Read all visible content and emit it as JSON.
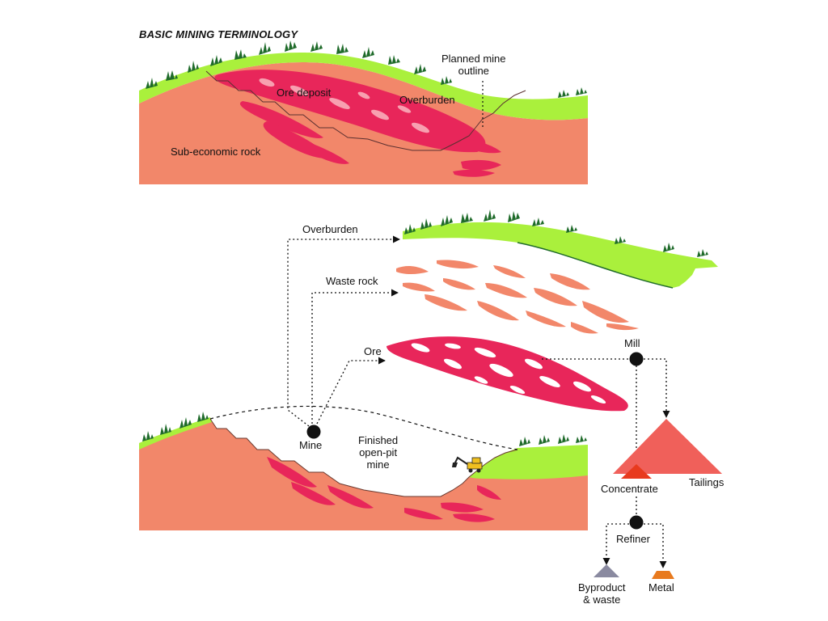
{
  "title": "BASIC MINING TERMINOLOGY",
  "top_panel": {
    "planned_mine_outline": "Planned mine\noutline",
    "ore_deposit": "Ore deposit",
    "overburden": "Overburden",
    "sub_economic_rock": "Sub-economic rock"
  },
  "flow": {
    "overburden": "Overburden",
    "waste_rock": "Waste rock",
    "ore": "Ore",
    "mine": "Mine",
    "finished_open_pit_mine": "Finished\nopen-pit\nmine",
    "mill": "Mill",
    "concentrate": "Concentrate",
    "tailings": "Tailings",
    "refiner": "Refiner",
    "byproduct_waste": "Byproduct\n& waste",
    "metal": "Metal"
  },
  "colors": {
    "overburden_green": "#aaf03c",
    "grass_dark": "#1f6b2a",
    "rock_salmon": "#f2876a",
    "ore_magenta": "#e8265a",
    "tailings_red": "#f0605a",
    "concentrate_red": "#e83a1e",
    "byproduct_gray": "#8a8aa0",
    "metal_orange": "#e87a1e",
    "excavator_yellow": "#f0c020"
  }
}
